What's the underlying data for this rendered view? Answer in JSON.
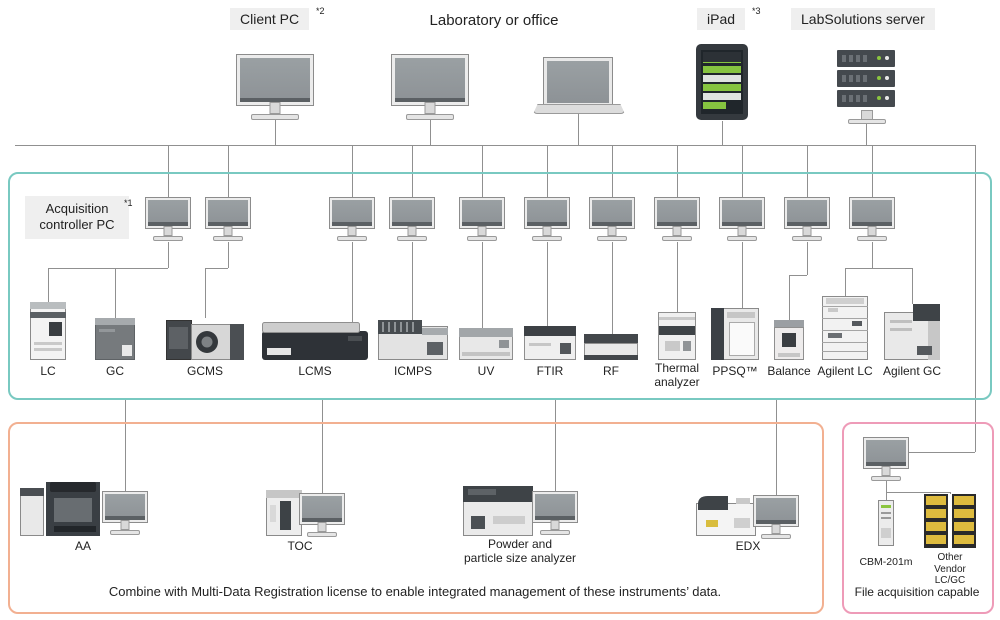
{
  "header": {
    "client_pc": {
      "label": "Client PC",
      "sup": "*2"
    },
    "laboratory": "Laboratory or office",
    "ipad": {
      "label": "iPad",
      "sup": "*3"
    },
    "server": "LabSolutions server"
  },
  "acquisition": {
    "label": "Acquisition controller PC",
    "sup": "*1",
    "instruments": [
      "LC",
      "GC",
      "GCMS",
      "LCMS",
      "ICMPS",
      "UV",
      "FTIR",
      "RF",
      "Thermal analyzer",
      "PPSQ™",
      "Balance",
      "Agilent LC",
      "Agilent GC"
    ]
  },
  "multidata": {
    "instruments": [
      "AA",
      "TOC",
      "Powder and\nparticle size analyzer",
      "EDX"
    ],
    "note": "Combine with Multi-Data Registration license to enable integrated management of these instruments’ data."
  },
  "file_acquisition": {
    "devices": [
      "CBM-201m",
      "Other Vendor\nLC/GC"
    ],
    "label": "File acquisition capable"
  },
  "colors": {
    "teal_border": "#79c9c1",
    "orange_border": "#f2b091",
    "pink_border": "#ee9bb8",
    "screen_gray": "#9aa0a3",
    "server_led_green": "#8bc53f",
    "ipad_green": "#86c440",
    "vendor_yellow": "#debb3e"
  }
}
